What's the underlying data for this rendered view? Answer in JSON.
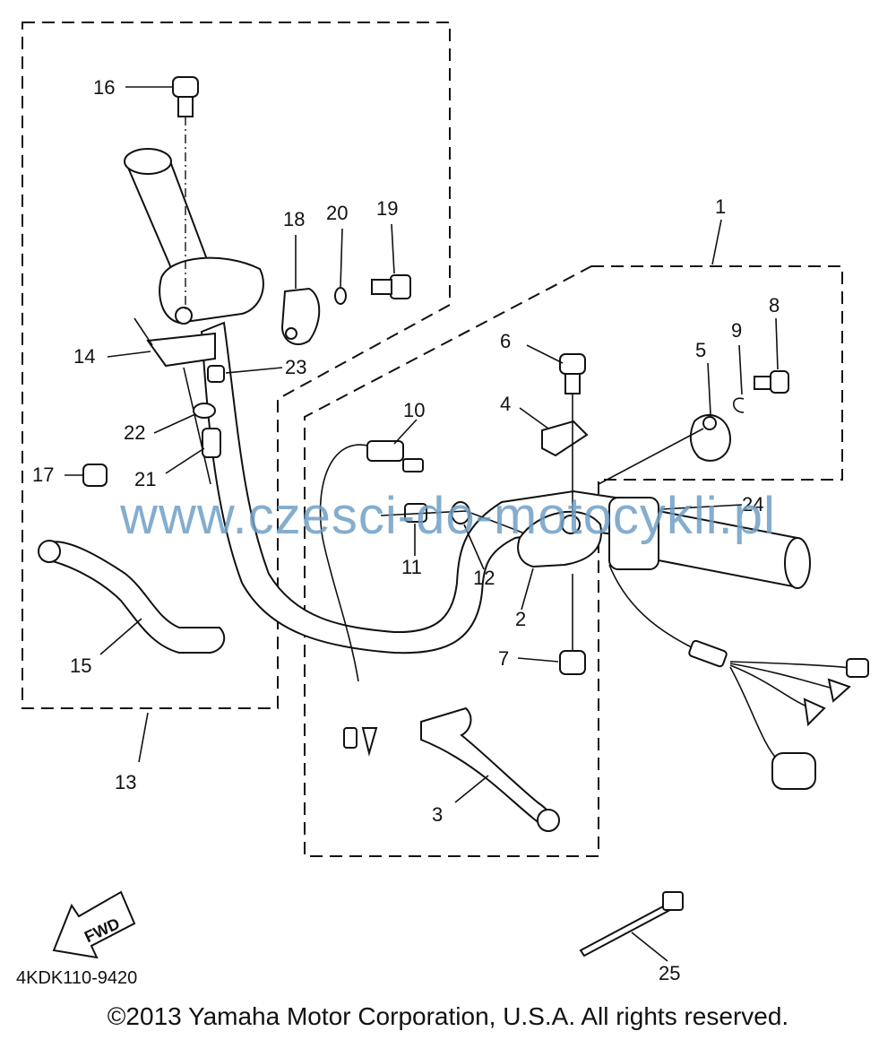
{
  "diagram": {
    "parts": [
      {
        "id": "1",
        "label": "1"
      },
      {
        "id": "2",
        "label": "2"
      },
      {
        "id": "3",
        "label": "3"
      },
      {
        "id": "4",
        "label": "4"
      },
      {
        "id": "5",
        "label": "5"
      },
      {
        "id": "6",
        "label": "6"
      },
      {
        "id": "7",
        "label": "7"
      },
      {
        "id": "8",
        "label": "8"
      },
      {
        "id": "9",
        "label": "9"
      },
      {
        "id": "10",
        "label": "10"
      },
      {
        "id": "11",
        "label": "11"
      },
      {
        "id": "12",
        "label": "12"
      },
      {
        "id": "13",
        "label": "13"
      },
      {
        "id": "14",
        "label": "14"
      },
      {
        "id": "15",
        "label": "15"
      },
      {
        "id": "16",
        "label": "16"
      },
      {
        "id": "17",
        "label": "17"
      },
      {
        "id": "18",
        "label": "18"
      },
      {
        "id": "19",
        "label": "19"
      },
      {
        "id": "20",
        "label": "20"
      },
      {
        "id": "21",
        "label": "21"
      },
      {
        "id": "22",
        "label": "22"
      },
      {
        "id": "23",
        "label": "23"
      },
      {
        "id": "24",
        "label": "24"
      },
      {
        "id": "25",
        "label": "25"
      }
    ],
    "fwd_label": "FWD"
  },
  "watermark": "www.czesci-do-motocykli.pl",
  "diagram_code": "4KDK110-9420",
  "copyright": "©2013 Yamaha Motor Corporation, U.S.A. All rights reserved."
}
